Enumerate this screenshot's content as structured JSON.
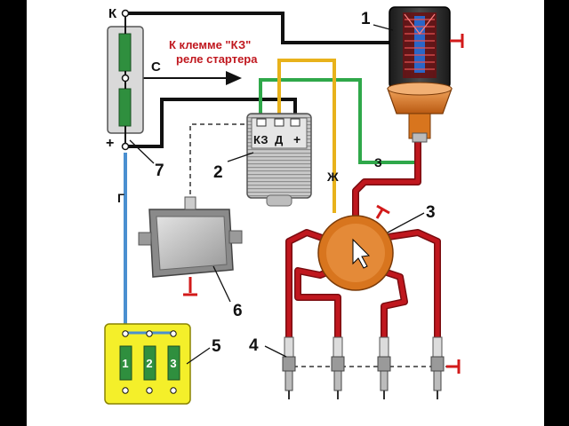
{
  "colors": {
    "black_wire": "#111111",
    "red_wire": "#c0171e",
    "red_wire_dark": "#7a0c10",
    "green_wire": "#2fa84a",
    "yellow_wire": "#e8b21b",
    "blue_wire": "#4a8fd0",
    "ground": "#d21a1a",
    "fuse_box": "#f4ef2a",
    "distributor": "#d8751e"
  },
  "terminals": {
    "k": "К",
    "s": "С",
    "plus": "+"
  },
  "note": {
    "line1": "К клемме \"КЗ\"",
    "line2": "реле стартера"
  },
  "switch": {
    "kz": "КЗ",
    "d": "Д",
    "plus": "+"
  },
  "wire_labels": {
    "z": "З",
    "zh": "Ж",
    "g": "Г"
  },
  "fuses": [
    "1",
    "2",
    "3"
  ],
  "callouts": {
    "coil": "1",
    "switch": "2",
    "distributor": "3",
    "plugs": "4",
    "fuse_block": "5",
    "controller": "6",
    "ignition_switch": "7"
  }
}
